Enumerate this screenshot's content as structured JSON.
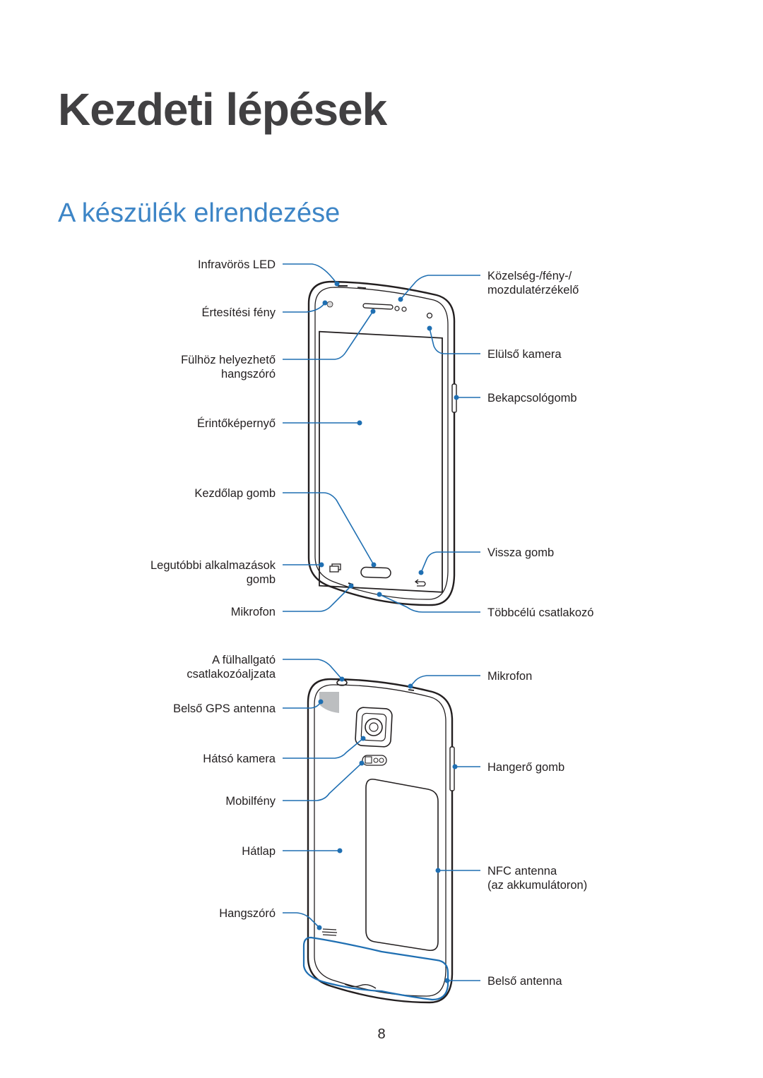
{
  "page": {
    "chapter_title": "Kezdeti lépések",
    "section_title": "A készülék elrendezése",
    "page_number": "8"
  },
  "front_labels": {
    "infrared_led": "Infravörös LED",
    "notification_light": "Értesítési fény",
    "earpiece_line1": "Fülhöz helyezhető",
    "earpiece_line2": "hangszóró",
    "touchscreen": "Érintőképernyő",
    "home_button": "Kezdőlap gomb",
    "recent_apps_line1": "Legutóbbi alkalmazások",
    "recent_apps_line2": "gomb",
    "microphone": "Mikrofon",
    "sensor_line1": "Közelség-/fény-/",
    "sensor_line2": "mozdulatérzékelő",
    "front_camera": "Elülső kamera",
    "power_button": "Bekapcsológomb",
    "back_button": "Vissza gomb",
    "multipurpose_jack": "Többcélú csatlakozó"
  },
  "back_labels": {
    "headset_jack_line1": "A fülhallgató",
    "headset_jack_line2": "csatlakozóaljzata",
    "gps_antenna": "Belső GPS antenna",
    "rear_camera": "Hátsó kamera",
    "flash": "Mobilfény",
    "back_cover": "Hátlap",
    "speaker": "Hangszóró",
    "microphone": "Mikrofon",
    "volume_button": "Hangerő gomb",
    "nfc_line1": "NFC antenna",
    "nfc_line2": "(az akkumulátoron)",
    "main_antenna": "Belső antenna"
  },
  "colors": {
    "leader_line": "#1f6fb2",
    "section_title": "#3d85c6",
    "chapter_title": "#414042"
  }
}
